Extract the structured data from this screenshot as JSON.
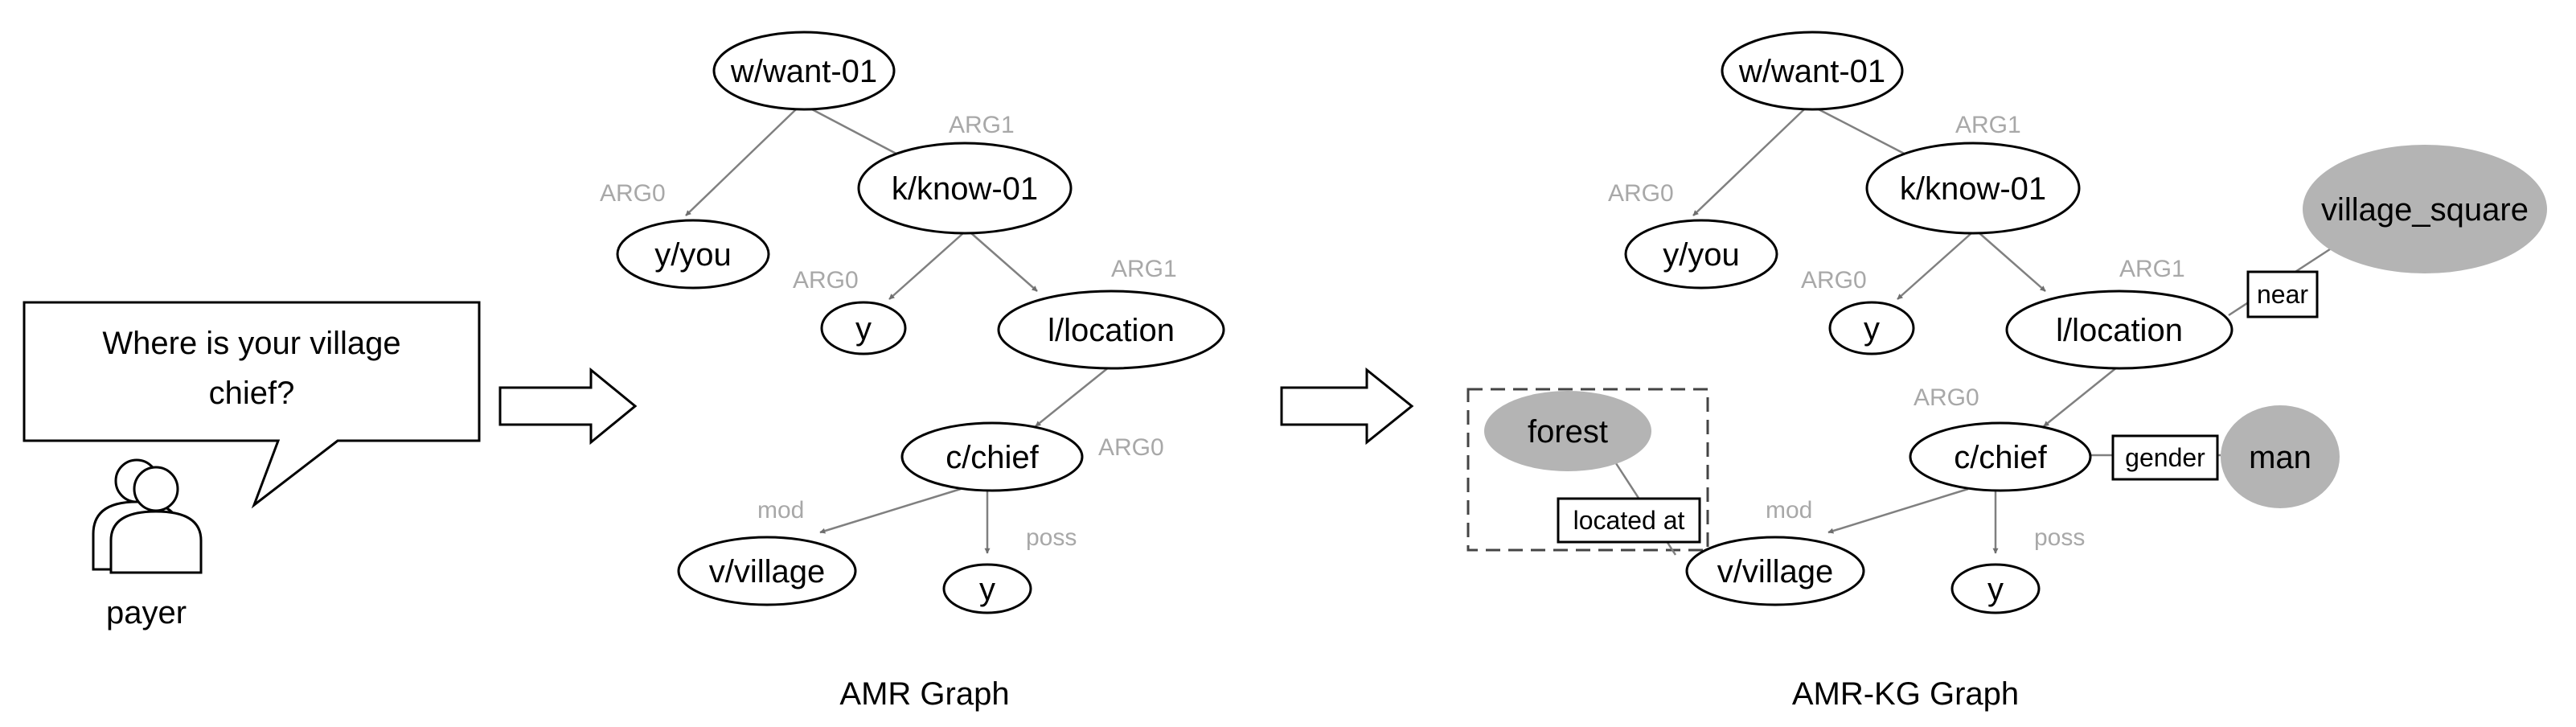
{
  "speech_bubble": {
    "line1": "Where is your village",
    "line2": "chief?"
  },
  "speaker_label": "payer",
  "amr_graph": {
    "caption": "AMR Graph",
    "nodes": {
      "want": "w/want-01",
      "know": "k/know-01",
      "you": "y/you",
      "y_know": "y",
      "location": "l/location",
      "chief": "c/chief",
      "village": "v/village",
      "y_chief": "y"
    },
    "edges": {
      "want_you": "ARG0",
      "want_know": "ARG1",
      "know_y": "ARG0",
      "know_location": "ARG1",
      "location_chief": "ARG0",
      "chief_village": "mod",
      "chief_y": "poss"
    }
  },
  "amr_kg_graph": {
    "caption": "AMR-KG Graph",
    "nodes": {
      "want": "w/want-01",
      "know": "k/know-01",
      "you": "y/you",
      "y_know": "y",
      "location": "l/location",
      "chief": "c/chief",
      "village": "v/village",
      "y_chief": "y"
    },
    "edges": {
      "want_you": "ARG0",
      "want_know": "ARG1",
      "know_y": "ARG0",
      "know_location": "ARG1",
      "location_chief": "ARG0",
      "chief_village": "mod",
      "chief_y": "poss"
    },
    "kg_nodes": {
      "village_square": "village_square",
      "man": "man",
      "forest": "forest"
    },
    "kg_relations": {
      "near": "near",
      "gender": "gender",
      "located_at": "located at"
    }
  },
  "colors": {
    "kg_node_fill": "#b4b4b4",
    "edge_line": "#808080",
    "edge_label": "#a8a8a8"
  }
}
